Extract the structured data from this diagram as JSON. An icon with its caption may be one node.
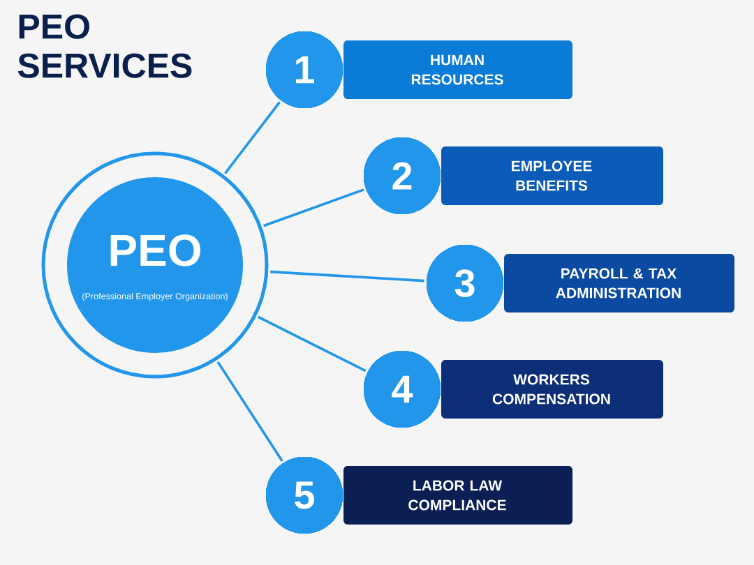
{
  "diagram": {
    "title": "PEO SERVICES",
    "nodes": [
      {
        "text": [
          "PEO",
          "(Professional Employer Organization)"
        ]
      },
      {
        "text": [
          "1"
        ]
      },
      {
        "text": [
          "HUMAN RESOURCES"
        ]
      },
      {
        "text": [
          "2"
        ]
      },
      {
        "text": [
          "EMPLOYEE BENEFITS"
        ]
      },
      {
        "text": [
          "3"
        ]
      },
      {
        "text": [
          "PAYROLL & TAX ADMINISTRATION"
        ]
      },
      {
        "text": [
          "4"
        ]
      },
      {
        "text": [
          "WORKERS COMPENSATION"
        ]
      },
      {
        "text": [
          "5"
        ]
      },
      {
        "text": [
          "LABOR LAW COMPLIANCE"
        ]
      }
    ],
    "edges": [
      {
        "from": 0,
        "to": 1,
        "arrow": "none"
      },
      {
        "from": 0,
        "to": 3,
        "arrow": "none"
      },
      {
        "from": 0,
        "to": 5,
        "arrow": "none"
      },
      {
        "from": 0,
        "to": 7,
        "arrow": "none"
      },
      {
        "from": 0,
        "to": 9,
        "arrow": "none"
      }
    ]
  }
}
